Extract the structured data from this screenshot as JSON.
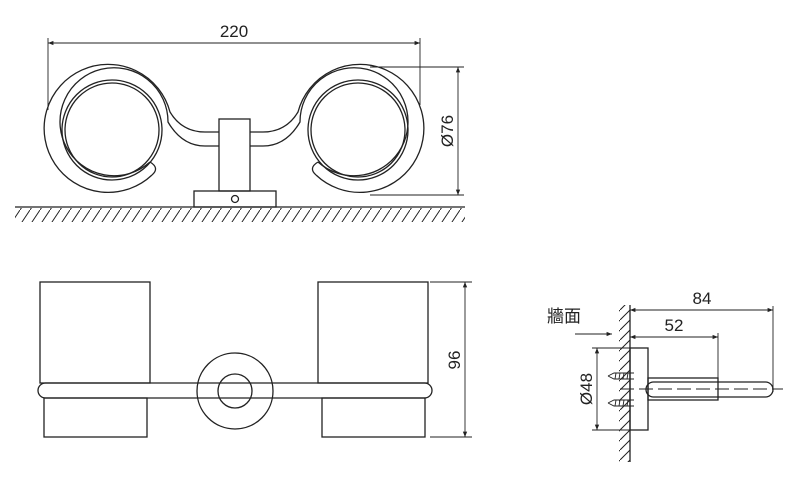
{
  "title": "Double tumbler holder technical drawing",
  "dimensions": {
    "overall_width": "220",
    "ring_diameter": "Ø76",
    "height": "96",
    "projection": "84",
    "sleeve_length": "52",
    "base_diameter": "Ø48"
  },
  "labels": {
    "wall_surface": "牆面"
  },
  "colors": {
    "line": "#222222",
    "background": "#ffffff"
  }
}
